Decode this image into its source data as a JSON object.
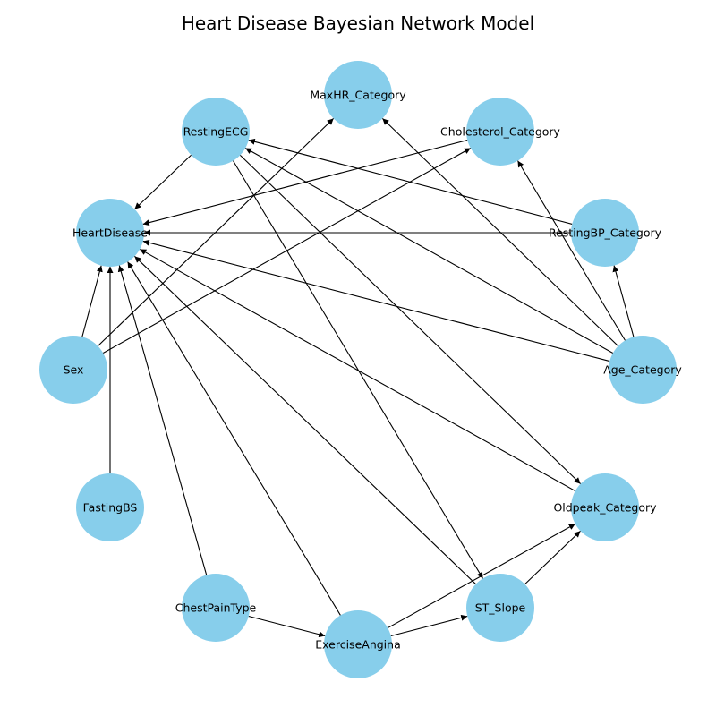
{
  "title": "Heart Disease Bayesian Network Model",
  "node_color": "#87ceeb",
  "edge_color": "#000000",
  "nodes": [
    {
      "id": "HeartDisease",
      "label": "HeartDisease"
    },
    {
      "id": "RestingECG",
      "label": "RestingECG"
    },
    {
      "id": "MaxHR_Category",
      "label": "MaxHR_Category"
    },
    {
      "id": "Cholesterol_Category",
      "label": "Cholesterol_Category"
    },
    {
      "id": "RestingBP_Category",
      "label": "RestingBP_Category"
    },
    {
      "id": "Age_Category",
      "label": "Age_Category"
    },
    {
      "id": "Oldpeak_Category",
      "label": "Oldpeak_Category"
    },
    {
      "id": "ST_Slope",
      "label": "ST_Slope"
    },
    {
      "id": "ExerciseAngina",
      "label": "ExerciseAngina"
    },
    {
      "id": "ChestPainType",
      "label": "ChestPainType"
    },
    {
      "id": "FastingBS",
      "label": "FastingBS"
    },
    {
      "id": "Sex",
      "label": "Sex"
    }
  ],
  "edges": [
    [
      "RestingECG",
      "HeartDisease"
    ],
    [
      "Cholesterol_Category",
      "HeartDisease"
    ],
    [
      "RestingBP_Category",
      "HeartDisease"
    ],
    [
      "Age_Category",
      "HeartDisease"
    ],
    [
      "Sex",
      "HeartDisease"
    ],
    [
      "FastingBS",
      "HeartDisease"
    ],
    [
      "ChestPainType",
      "HeartDisease"
    ],
    [
      "ExerciseAngina",
      "HeartDisease"
    ],
    [
      "ST_Slope",
      "HeartDisease"
    ],
    [
      "Oldpeak_Category",
      "HeartDisease"
    ],
    [
      "Sex",
      "MaxHR_Category"
    ],
    [
      "Sex",
      "Cholesterol_Category"
    ],
    [
      "Age_Category",
      "MaxHR_Category"
    ],
    [
      "Age_Category",
      "Cholesterol_Category"
    ],
    [
      "Age_Category",
      "RestingBP_Category"
    ],
    [
      "Age_Category",
      "RestingECG"
    ],
    [
      "RestingBP_Category",
      "RestingECG"
    ],
    [
      "RestingECG",
      "ST_Slope"
    ],
    [
      "RestingECG",
      "Oldpeak_Category"
    ],
    [
      "ChestPainType",
      "ExerciseAngina"
    ],
    [
      "ExerciseAngina",
      "ST_Slope"
    ],
    [
      "ExerciseAngina",
      "Oldpeak_Category"
    ],
    [
      "ST_Slope",
      "Oldpeak_Category"
    ]
  ]
}
